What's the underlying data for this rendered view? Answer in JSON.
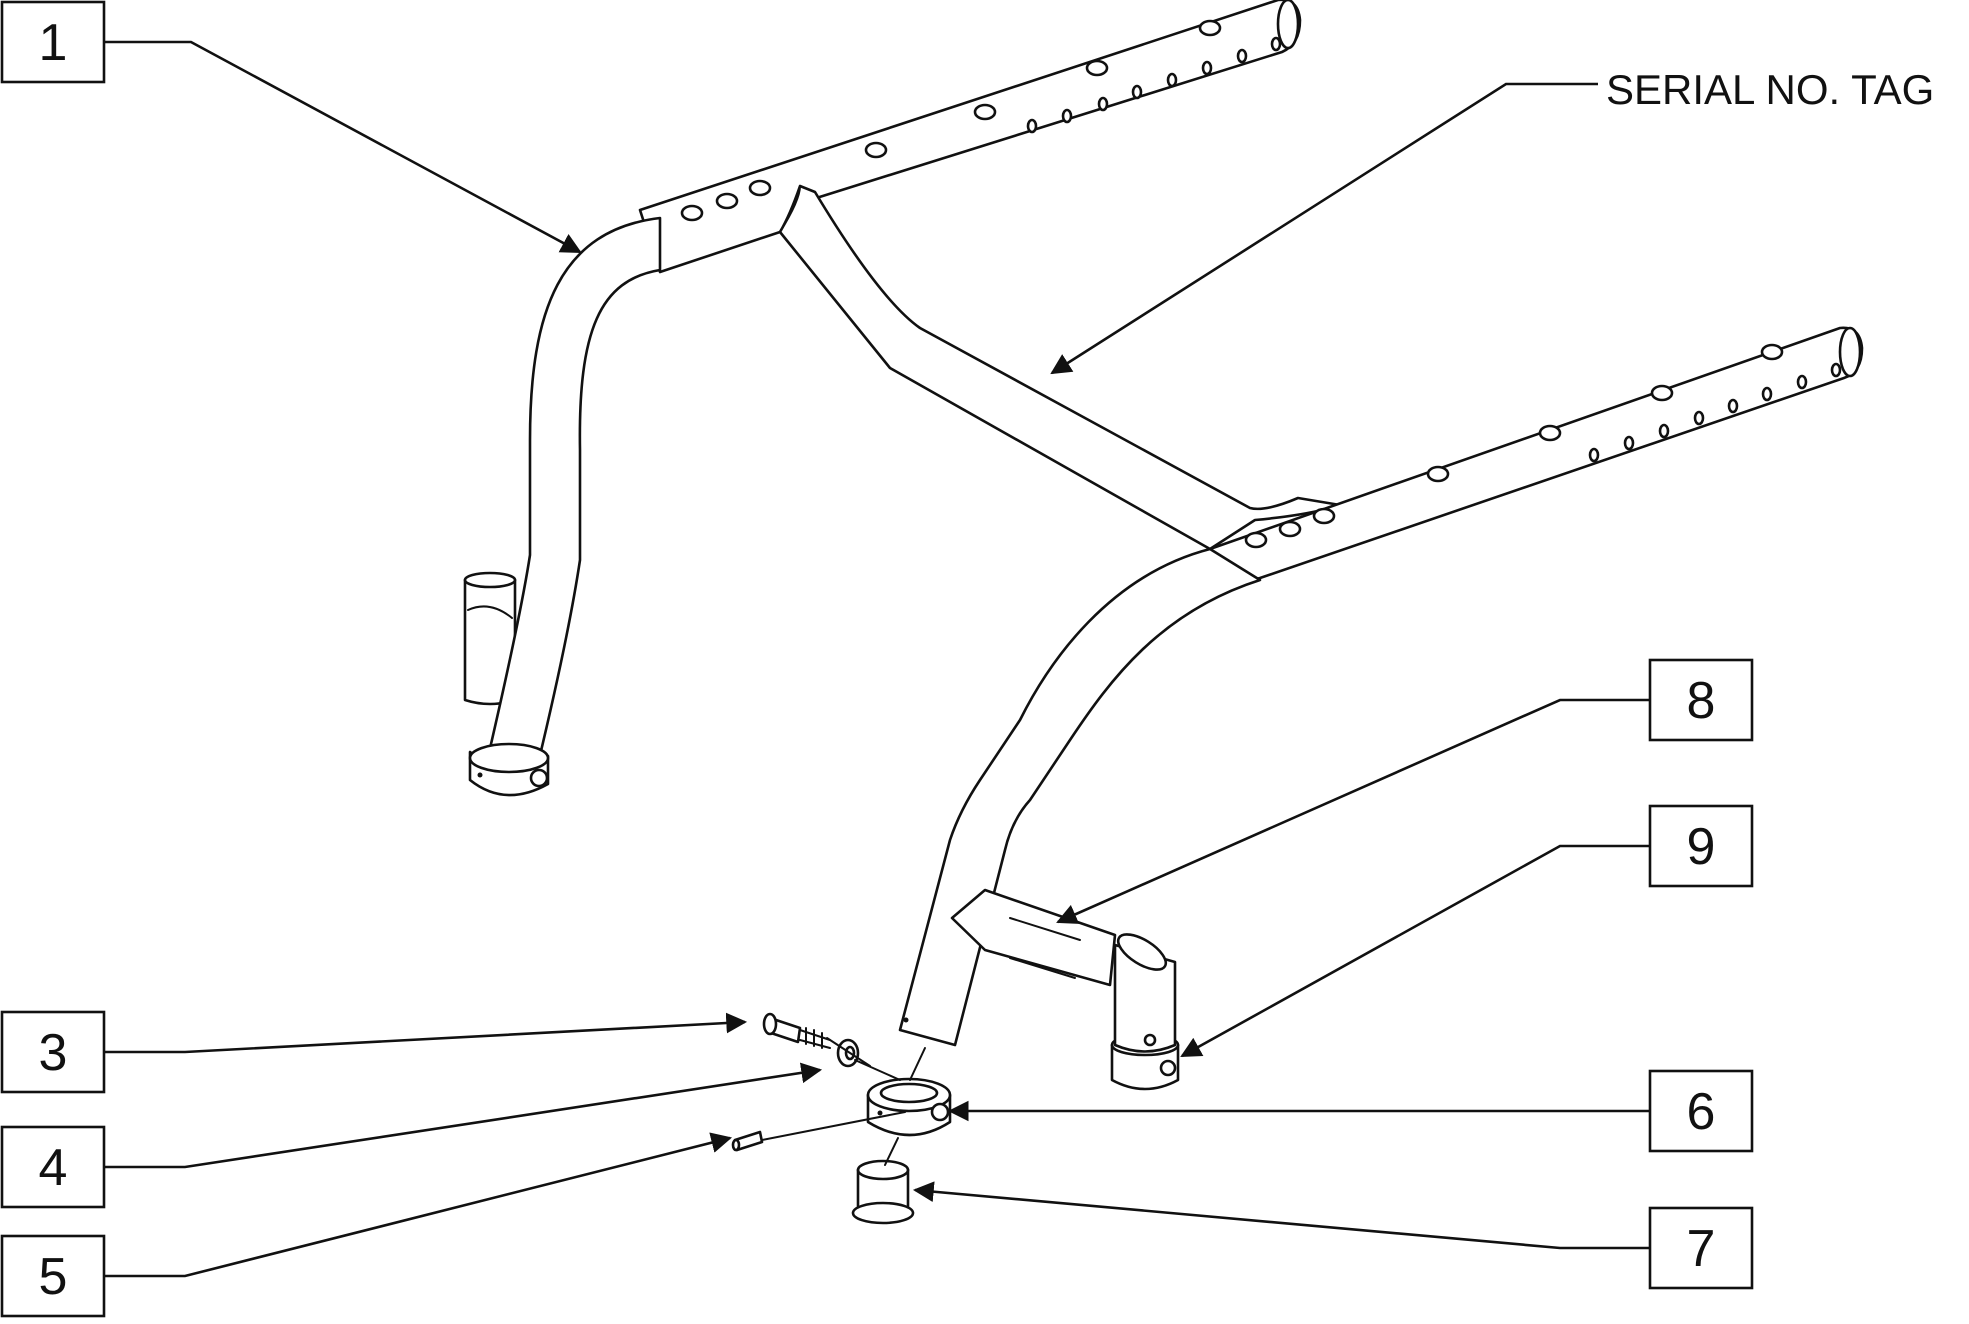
{
  "colors": {
    "ink": "#111111",
    "paper": "#ffffff"
  },
  "callouts": [
    {
      "id": "1",
      "text": "1"
    },
    {
      "id": "3",
      "text": "3"
    },
    {
      "id": "4",
      "text": "4"
    },
    {
      "id": "5",
      "text": "5"
    },
    {
      "id": "6",
      "text": "6"
    },
    {
      "id": "7",
      "text": "7"
    },
    {
      "id": "8",
      "text": "8"
    },
    {
      "id": "9",
      "text": "9"
    }
  ],
  "labels": {
    "serial_tag": "SERIAL NO. TAG"
  }
}
